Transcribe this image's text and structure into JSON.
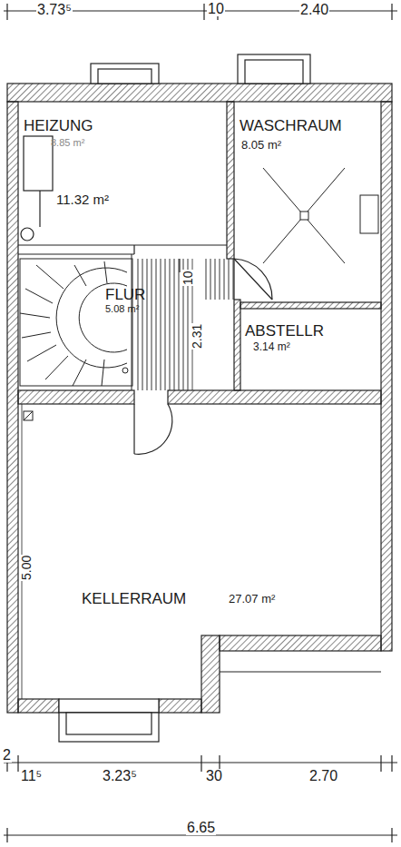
{
  "diagram": {
    "nodes": [
      {
        "text": [
          "HEIZUNG",
          "8.85 m²",
          "11.32 m²"
        ]
      },
      {
        "text": [
          "WASCHRAUM",
          "8.05 m²"
        ]
      },
      {
        "text": [
          "FLUR",
          "5.08 m²"
        ]
      },
      {
        "text": [
          "ABSTELLR",
          "3.14 m²"
        ]
      },
      {
        "text": [
          "KELLERRAUM",
          "27.07 m²"
        ]
      }
    ],
    "labels": [
      "3.73⁵",
      "10",
      "2.40",
      "10",
      "2.31",
      "5.00",
      "2",
      "11⁵",
      "3.23⁵",
      "30",
      "2.70",
      "6.65"
    ]
  }
}
